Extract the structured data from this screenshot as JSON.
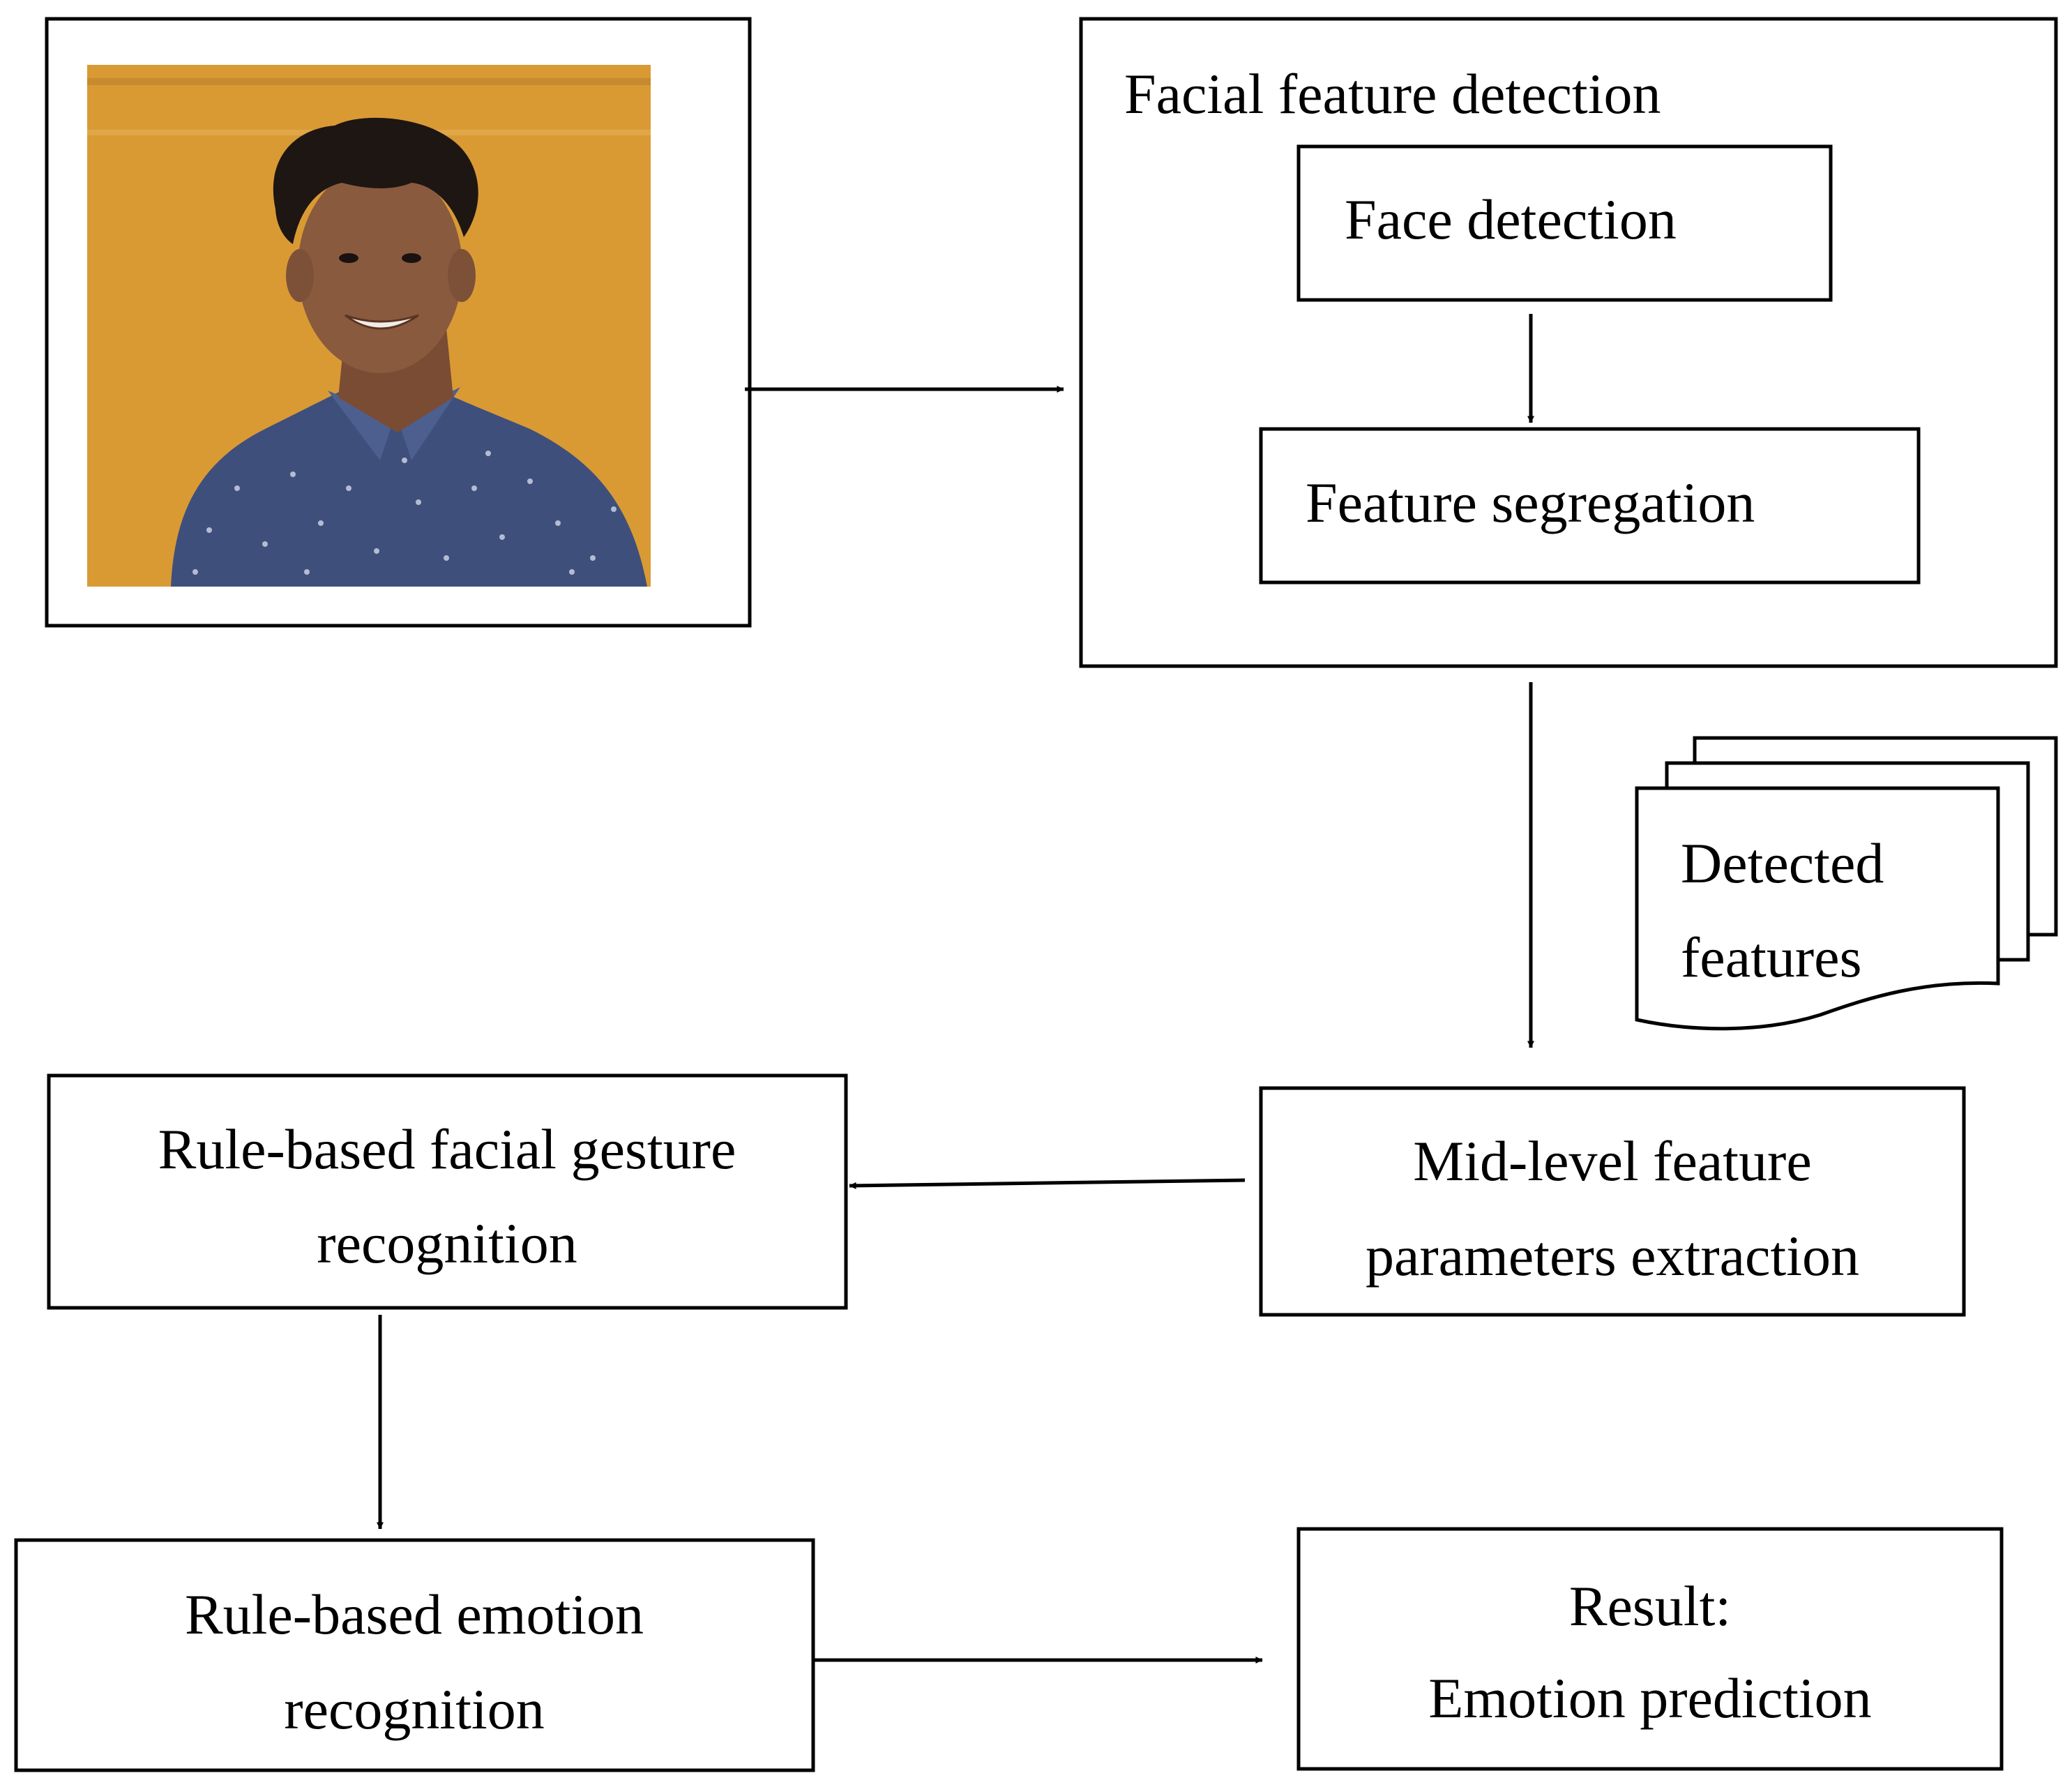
{
  "diagram": {
    "nodes": {
      "input_image": {
        "label": ""
      },
      "facial_feature_detection": {
        "label": "Facial feature detection"
      },
      "face_detection": {
        "label": "Face detection"
      },
      "feature_segregation": {
        "label": "Feature segregation"
      },
      "detected_features": {
        "label_line1": "Detected",
        "label_line2": "features"
      },
      "mid_level": {
        "label_line1": "Mid-level feature",
        "label_line2": "parameters extraction"
      },
      "gesture_recognition": {
        "label_line1": "Rule-based facial gesture",
        "label_line2": "recognition"
      },
      "emotion_recognition": {
        "label_line1": "Rule-based emotion",
        "label_line2": "recognition"
      },
      "result": {
        "label_line1": "Result:",
        "label_line2": "Emotion prediction"
      }
    },
    "edges": [
      {
        "from": "input_image",
        "to": "facial_feature_detection"
      },
      {
        "from": "face_detection",
        "to": "feature_segregation"
      },
      {
        "from": "facial_feature_detection",
        "to": "mid_level"
      },
      {
        "from": "mid_level",
        "to": "gesture_recognition"
      },
      {
        "from": "gesture_recognition",
        "to": "emotion_recognition"
      },
      {
        "from": "emotion_recognition",
        "to": "result"
      }
    ]
  },
  "colors": {
    "photo_background": "#d99a34",
    "shirt": "#3e4f7c",
    "skin": "#8a5a3e",
    "hair": "#1e1612"
  },
  "icons": {
    "photo": "person-photo-icon"
  }
}
